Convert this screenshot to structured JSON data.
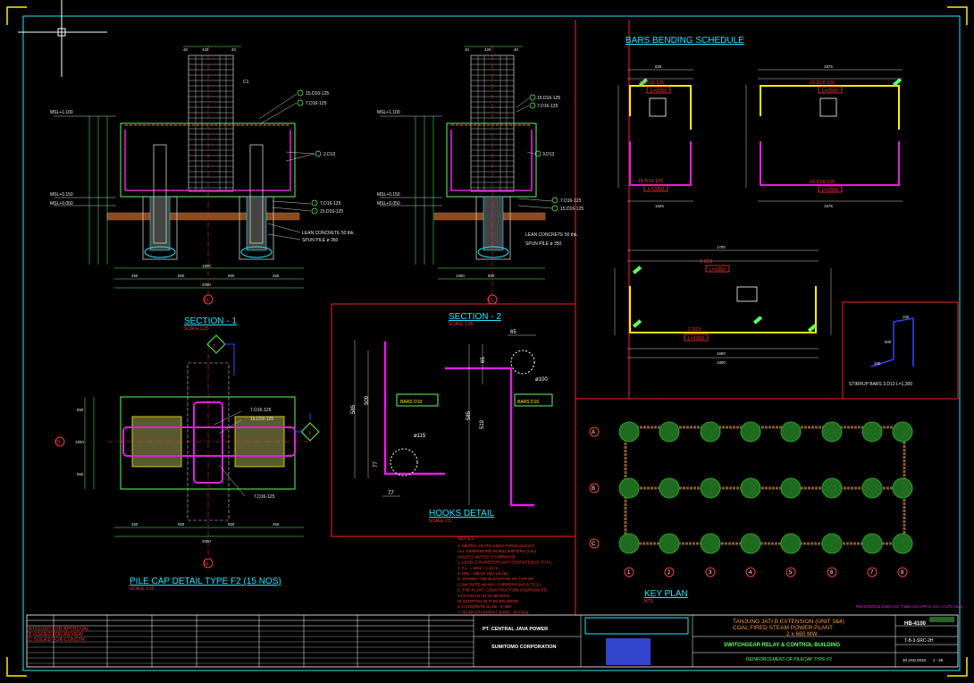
{
  "section1": {
    "title": "SECTION - 1",
    "scale": "SCALE  1:25",
    "bar_a": "15.D16-125",
    "bar_b": "7.D16-125",
    "bar_c": "2.D13",
    "bar_d": "7.D16-125",
    "bar_e": "15.D16-125",
    "lean": "LEAN CONCRETE 50 thk.",
    "pile": "SPUN PILE ø 350",
    "col": "C1",
    "lvl1": "MSL+1.100",
    "lvl2": "MSL+0.150",
    "lvl3": "MSL+0.050",
    "top_dims": [
      "40",
      "420",
      "40"
    ],
    "bot_dims": [
      "450",
      "550",
      "1900",
      "550",
      "450"
    ],
    "total": "2000",
    "cl": "CL"
  },
  "section2": {
    "title": "SECTION - 2",
    "scale": "SCALE  1:25",
    "bar_a": "15.D16-125",
    "bar_b": "7.D16-125",
    "bar_c": "3.D13",
    "bar_d": "7.D16-125",
    "bar_e": "15.D16-125",
    "lean": "LEAN CONCRETE 50 thk.",
    "pile": "SPUN PILE ø 350",
    "lvl1": "MSL+1.100",
    "lvl2": "MSL+0.150",
    "lvl3": "MSL+0.050",
    "top_dims": [
      "40",
      "420",
      "40"
    ],
    "bot_dims": [
      "1000",
      "900"
    ],
    "cl": "CL"
  },
  "pilecap": {
    "title": "PILE CAP DETAIL TYPE F2 (15 NOS)",
    "scale": "SCALE  1:25",
    "bar_a": "7.D16-125",
    "bar_b": "15.D16-125",
    "bar_c": "7.D16-125",
    "bot_dims": [
      "450",
      "550",
      "550",
      "450"
    ],
    "total": "2000",
    "side_dims": [
      "550",
      "1000",
      "550"
    ],
    "cl": "CL",
    "mark1": "1",
    "mark2": "2"
  },
  "hooks": {
    "title": "HOOKS DETAIL",
    "scale": "SCALE  1:5",
    "bars_d19": "BARS  D19",
    "bars_d16": "BARS  D16",
    "d19": {
      "h1": "585",
      "h2": "509",
      "bot": "77",
      "w": "77",
      "r": "ø115"
    },
    "d16": {
      "h1": "585",
      "h2": "519",
      "top": "65",
      "w": "65",
      "r": "ø100"
    }
  },
  "bbs": {
    "title": "BARS BENDING SCHEDULE",
    "b1": {
      "mark": "15.D16-125",
      "len": "L=2050",
      "mark2": "15.D16-125",
      "len2": "L=2050"
    },
    "b2": {
      "mark": "15.D16-125",
      "len": "L=2550",
      "mark2": "15.D16-125",
      "len2": "L=2550"
    },
    "b3": {
      "mark": "2.D13",
      "len": "L=1850",
      "mark2": "2.D13",
      "len2": "L=1650"
    },
    "dims_top": [
      "825",
      "1875",
      "1700"
    ],
    "dims_bot": [
      "1625",
      "1575",
      "1650",
      "1800"
    ]
  },
  "stirrup": {
    "note": "STIRRUP BARS  3.D13 L=1,300",
    "dims": [
      "150",
      "150",
      "500"
    ]
  },
  "keyplan": {
    "title": "KEY PLAN",
    "scale": "NTS",
    "rows": [
      "A",
      "B",
      "C"
    ],
    "cols": [
      "1",
      "2",
      "3",
      "4",
      "5",
      "6",
      "7",
      "8"
    ]
  },
  "notes": {
    "heading": "NOTES :",
    "lines": [
      "1. METRIC UNITS USED THROUGHOUT,",
      "   ALL DIMENSIONS IN MILLIMETERS (mm)",
      "   UNLESS NOTED OTHERWISE.",
      "2. LEVELS IN METERS WITH REFERENCE TO FL.",
      "3. F.L. = MSL+ 1.10 m.",
      "4. MSL : MEAN SEA LEVEL",
      "5. SHOWN THE ELEVATION OF TOP OF",
      "   CONCRETE WHICH CORRESPONDS TO FL.",
      "6. THE PLANT CONSTRUCTION COORDINATE",
      "   SYSTEM (N, E) IN METERS",
      "   IS ADOPTED IN THIS DRAWING",
      "8. CONCRETE SLAB          : K-350",
      "7. REINFORCEMENT BARS  : BJTD40"
    ]
  },
  "titleblock": {
    "ref": "REFERENCE DWG NO. TJBE-U4-CPP-C-IAC-A-CF5-0322",
    "owner": "PT. CENTRAL JAVA POWER",
    "contractor": "SUMITOMO CORPORATION",
    "project_1": "TANJUNG JATI B EXTENSION (UNIT 3&4)",
    "project_2": "COAL FIRED STEAM POWER PLANT",
    "project_3": "2 x 660 MW",
    "building": "SWITCHGEAR RELAY & CONTROL BUILDING",
    "drawing": "REINFORCEMENT OF PILECAP TYPE F2",
    "date": "10 JAN 2010",
    "scale": "1 : 25",
    "drawing_no": "T-B-3-SRC-2H",
    "sheet": "HB-4100",
    "revs": [
      "A  ISSUED FOR APPROVAL",
      "B  ISSUED FOR REVIEW",
      "C  ISSUED FOR CONSTR."
    ]
  }
}
